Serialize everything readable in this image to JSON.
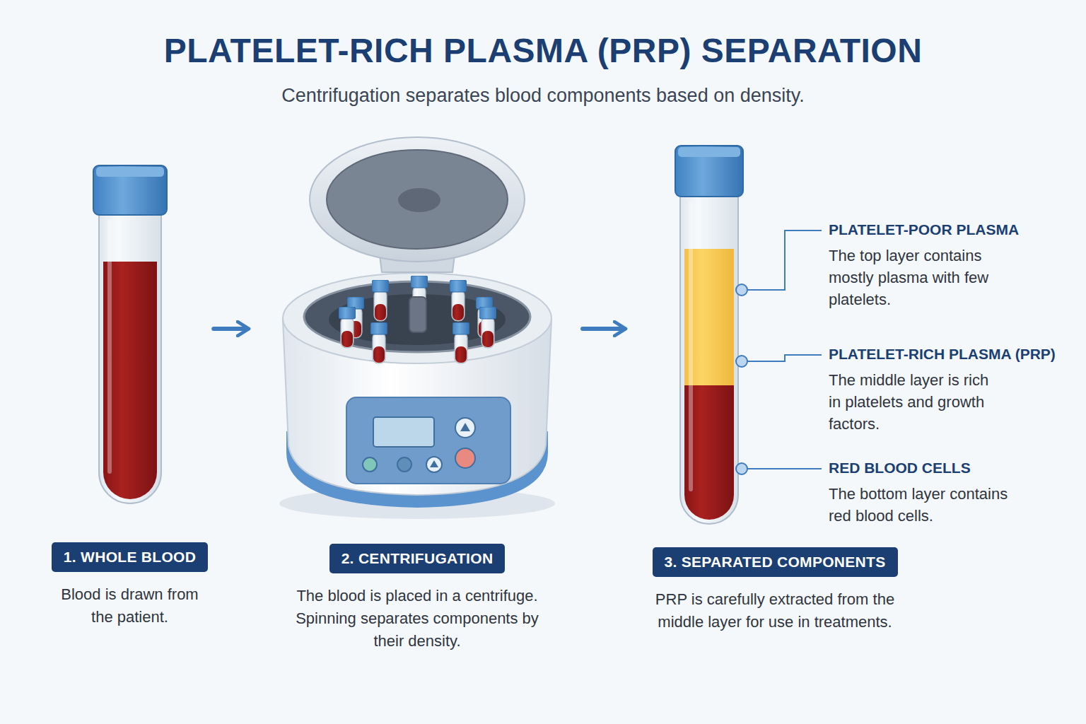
{
  "diagram": {
    "title": "PLATELET-RICH PLASMA (PRP) SEPARATION",
    "nodes": [
      {
        "text": [
          "1. WHOLE BLOOD",
          "Blood is drawn from the patient."
        ]
      },
      {
        "text": [
          "2. CENTRIFUGATION",
          "The blood is placed in a centrifuge. Spinning separates components by their density."
        ]
      },
      {
        "text": [
          "3. SEPARATED COMPONENTS",
          "PRP is carefully extracted from the middle layer for use in treatments."
        ]
      }
    ],
    "edges": [
      {
        "from": 0,
        "to": 1,
        "arrow": "to"
      },
      {
        "from": 1,
        "to": 2,
        "arrow": "to"
      }
    ],
    "labels": [
      "Centrifugation separates blood components based on density.",
      "PLATELET-POOR PLASMA",
      "The top layer contains mostly plasma with few platelets.",
      "PLATELET-RICH PLASMA (PRP)",
      "The middle layer is rich in platelets and growth factors.",
      "RED BLOOD CELLS",
      "The bottom layer contains red blood cells."
    ]
  }
}
